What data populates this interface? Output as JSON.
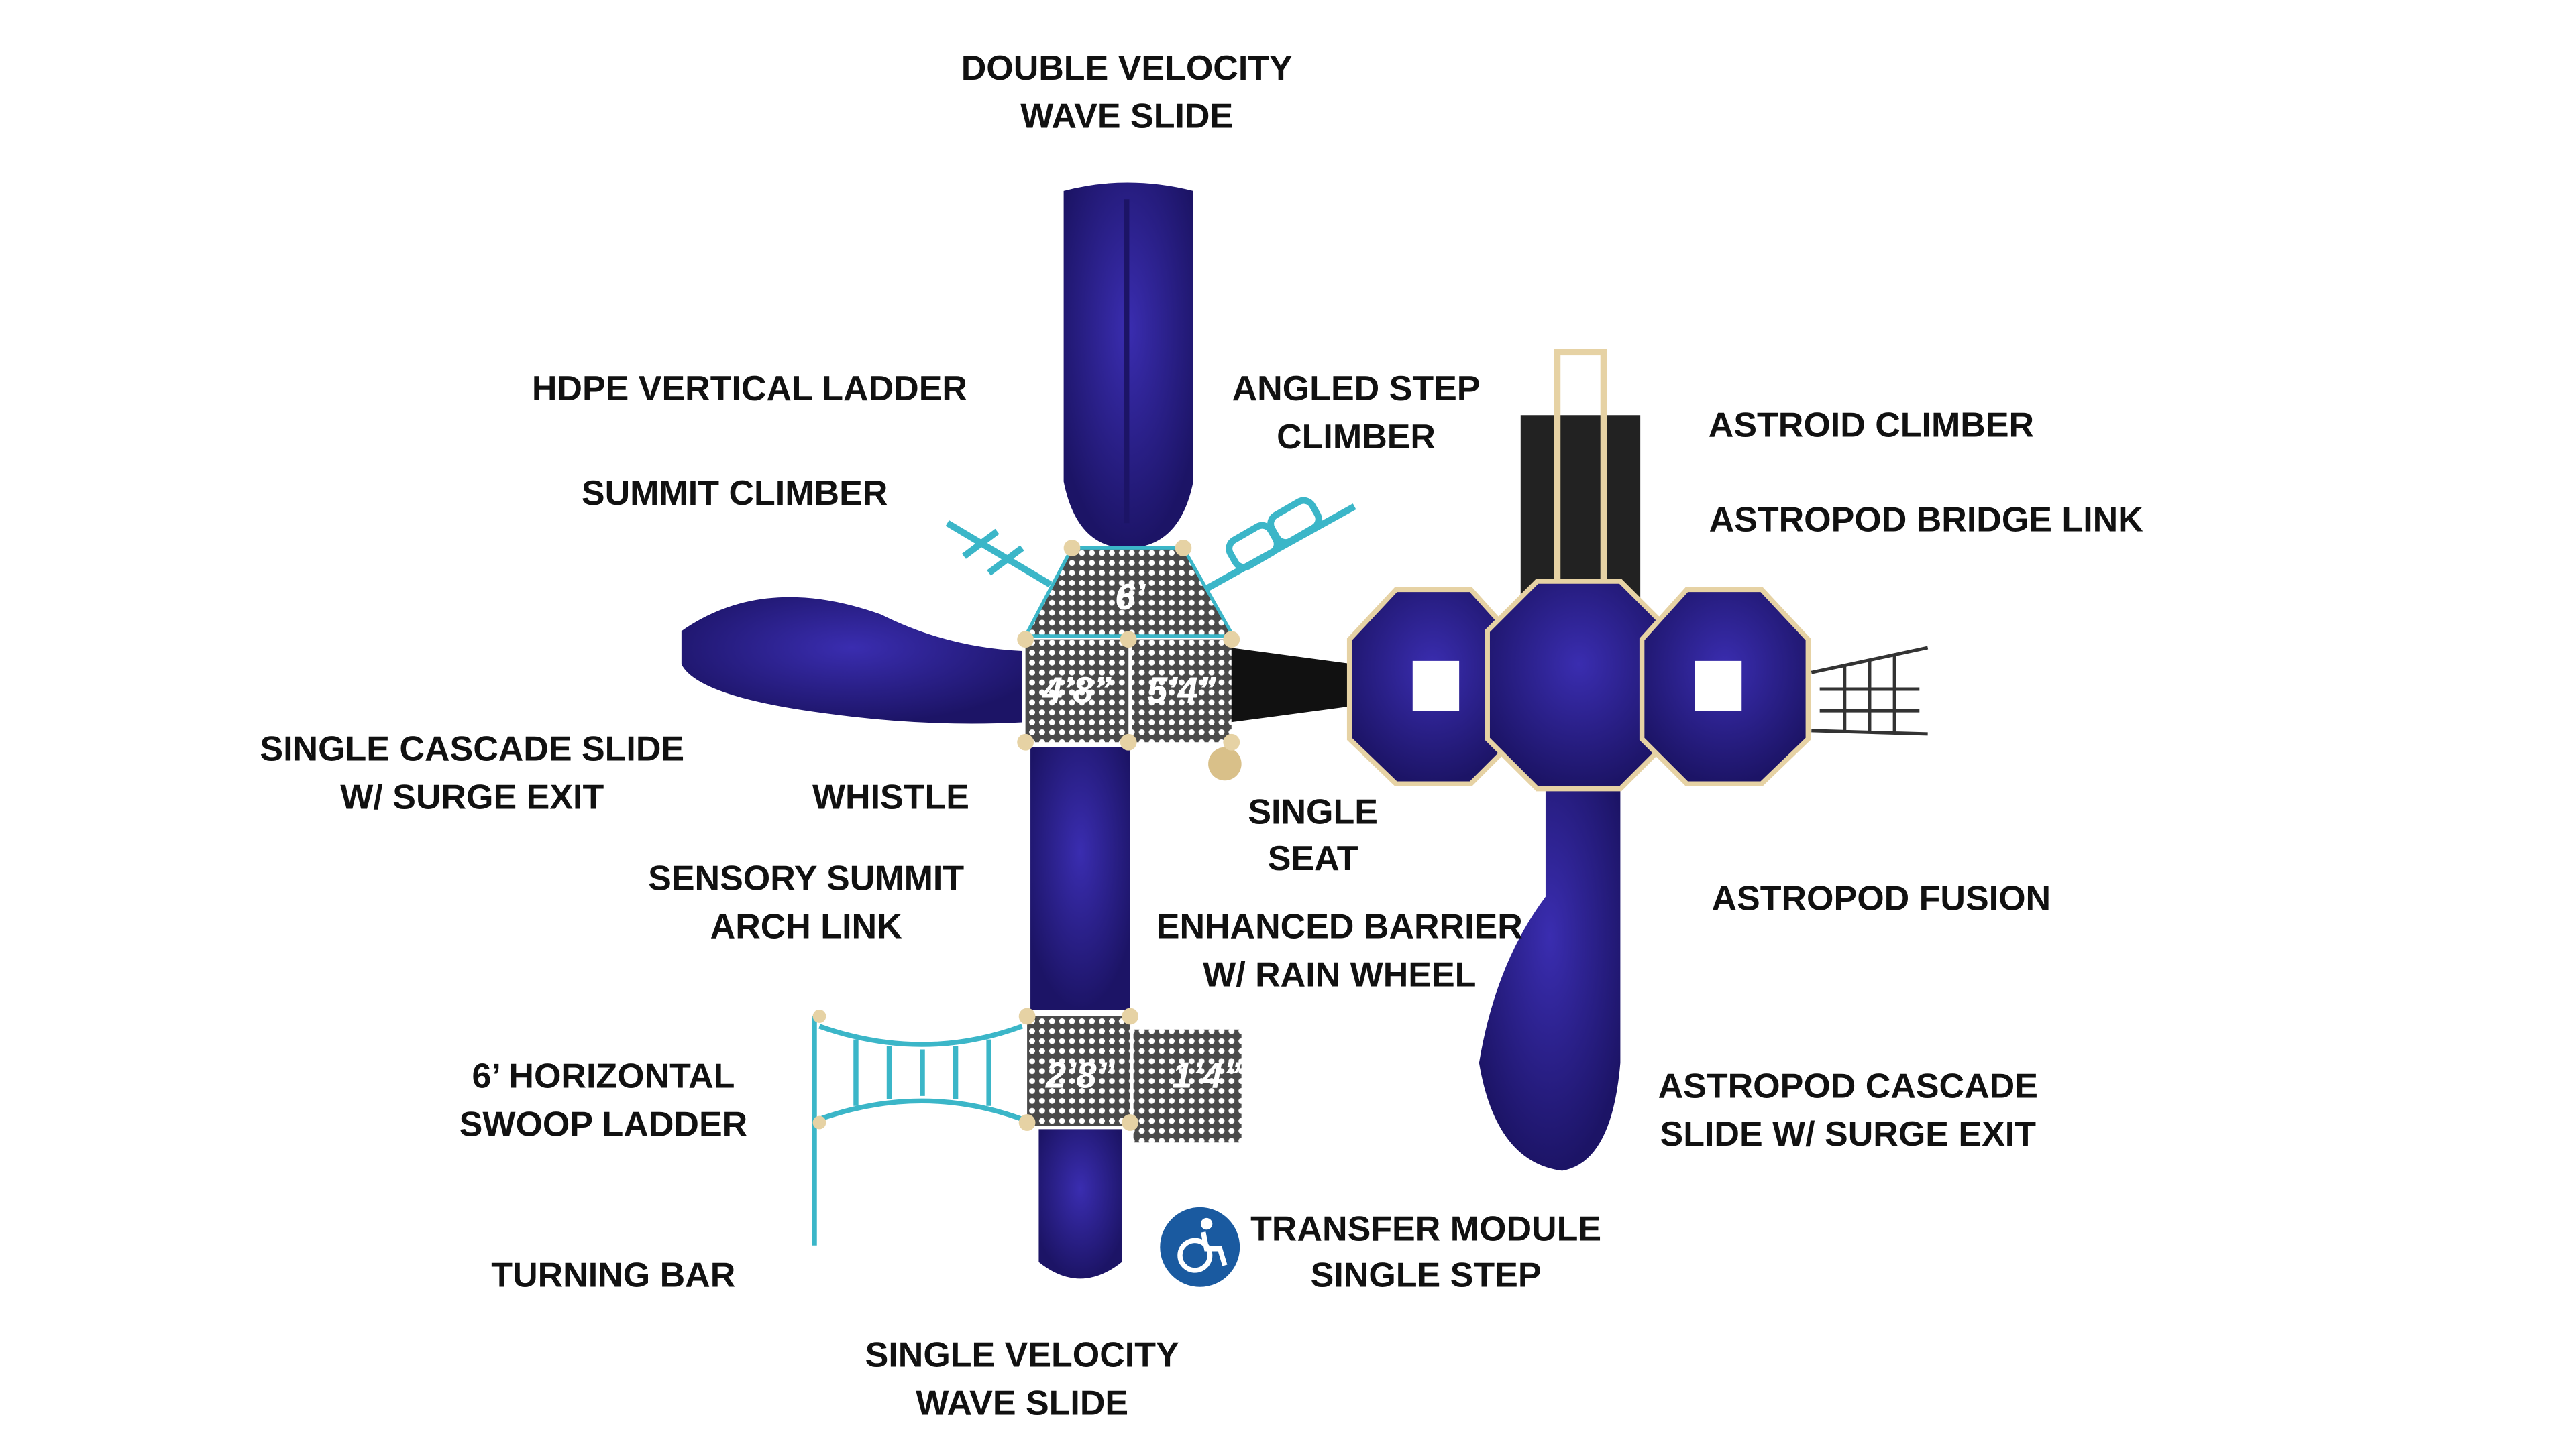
{
  "colors": {
    "slide": "#2b1f8f",
    "slide_dark": "#1c1466",
    "deck": "#4a4a4a",
    "rail": "#3bb6c8",
    "post": "#e6d2a4",
    "access": "#1a5aa0"
  },
  "labels": {
    "double_velocity": [
      "DOUBLE VELOCITY",
      "WAVE SLIDE"
    ],
    "hdpe_ladder": [
      "HDPE VERTICAL LADDER"
    ],
    "angled_step": [
      "ANGLED STEP",
      "CLIMBER"
    ],
    "astroid_climber": [
      "ASTROID CLIMBER"
    ],
    "summit_climber": [
      "SUMMIT CLIMBER"
    ],
    "astropod_bridge": [
      "ASTROPOD BRIDGE LINK"
    ],
    "single_cascade": [
      "SINGLE CASCADE SLIDE",
      "W/ SURGE EXIT"
    ],
    "whistle": [
      "WHISTLE"
    ],
    "single_seat": [
      "SINGLE",
      "SEAT"
    ],
    "sensory_summit": [
      "SENSORY SUMMIT",
      "ARCH LINK"
    ],
    "enhanced_barrier": [
      "ENHANCED BARRIER",
      "W/ RAIN WHEEL"
    ],
    "astropod_fusion": [
      "ASTROPOD FUSION"
    ],
    "swoop_ladder": [
      "6’ HORIZONTAL",
      "SWOOP LADDER"
    ],
    "astropod_cascade": [
      "ASTROPOD CASCADE",
      "SLIDE W/ SURGE EXIT"
    ],
    "transfer_module": [
      "TRANSFER MODULE",
      "SINGLE STEP"
    ],
    "turning_bar": [
      "TURNING BAR"
    ],
    "single_velocity": [
      "SINGLE VELOCITY",
      "WAVE SLIDE"
    ]
  },
  "deck_heights": {
    "top": "6’",
    "left": "4’8”",
    "right": "5’4”",
    "lower": "2’8”",
    "step": "1’4”"
  },
  "icons": {
    "accessibility": "wheelchair-icon"
  }
}
